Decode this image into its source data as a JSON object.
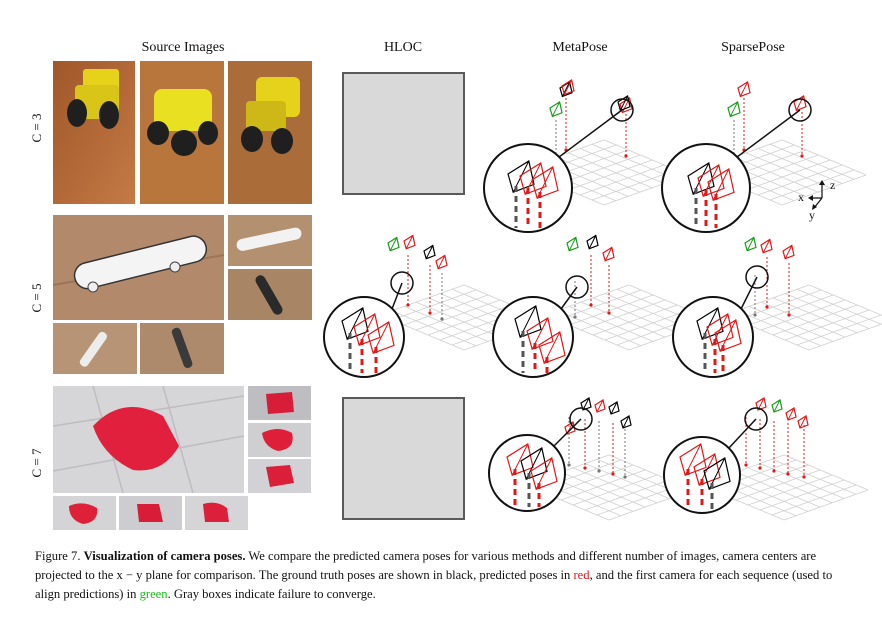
{
  "headers": {
    "source": "Source Images",
    "hloc": "HLOC",
    "metapose": "MetaPose",
    "sparsepose": "SparsePose"
  },
  "rows": [
    {
      "label": "C = 3",
      "hloc_failed": true
    },
    {
      "label": "C = 5",
      "hloc_failed": false
    },
    {
      "label": "C = 7",
      "hloc_failed": true
    }
  ],
  "axes_labels": {
    "x": "x",
    "y": "y",
    "z": "z"
  },
  "caption": {
    "figure": "Figure 7.",
    "title": "Visualization of camera poses.",
    "text1": "We compare the predicted camera poses for various methods and different number of images, camera centers are projected to the x − y plane for comparison. The ground truth poses are shown in black, predicted poses in",
    "red_word": "red",
    "text2": ", and the first camera for each sequence (used to align predictions) in",
    "green_word": "green",
    "text3": ". Gray boxes indicate failure to converge."
  },
  "colors": {
    "ground_truth": "#000000",
    "predicted": "#e01818",
    "first_camera": "#1a9a1a",
    "failure_box": "#d9d9d9"
  }
}
